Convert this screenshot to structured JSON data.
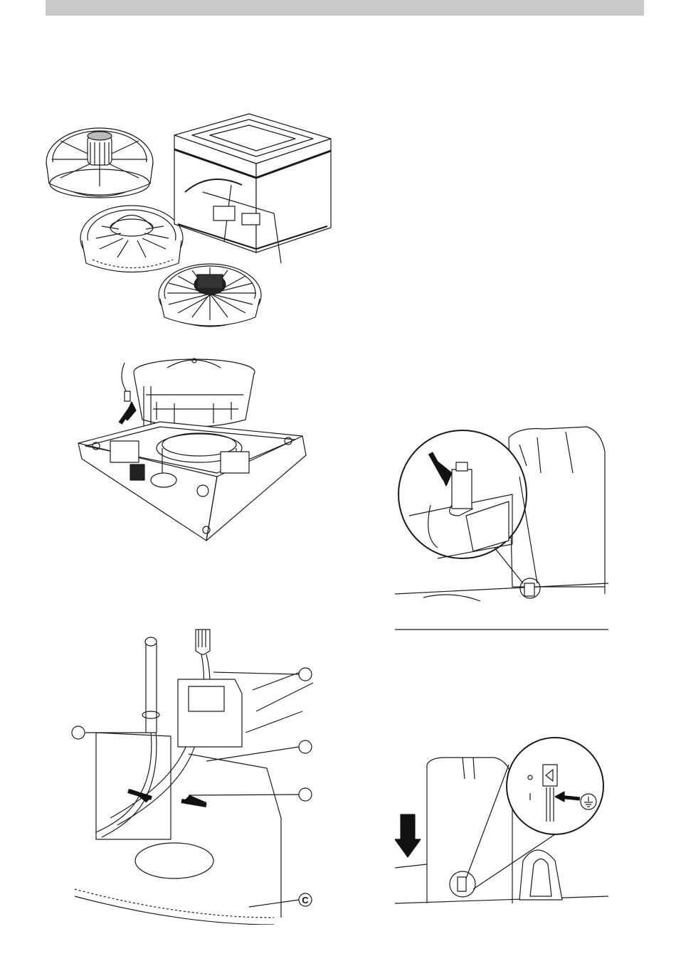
{
  "page": {
    "background": "#ffffff",
    "header_bar_color": "#c9c9c9"
  },
  "figures": {
    "exploded": {
      "parts": [
        "rotor-assembly",
        "fan-impeller",
        "lower-impeller",
        "housing"
      ]
    },
    "fan_installation": {
      "arrow": "up"
    },
    "cable_routing": {
      "callout_c": "C"
    },
    "connector_detail": {
      "arrow": "down"
    },
    "ground_detail": {
      "arrow": "down",
      "ground_icon": "ground-icon"
    }
  }
}
